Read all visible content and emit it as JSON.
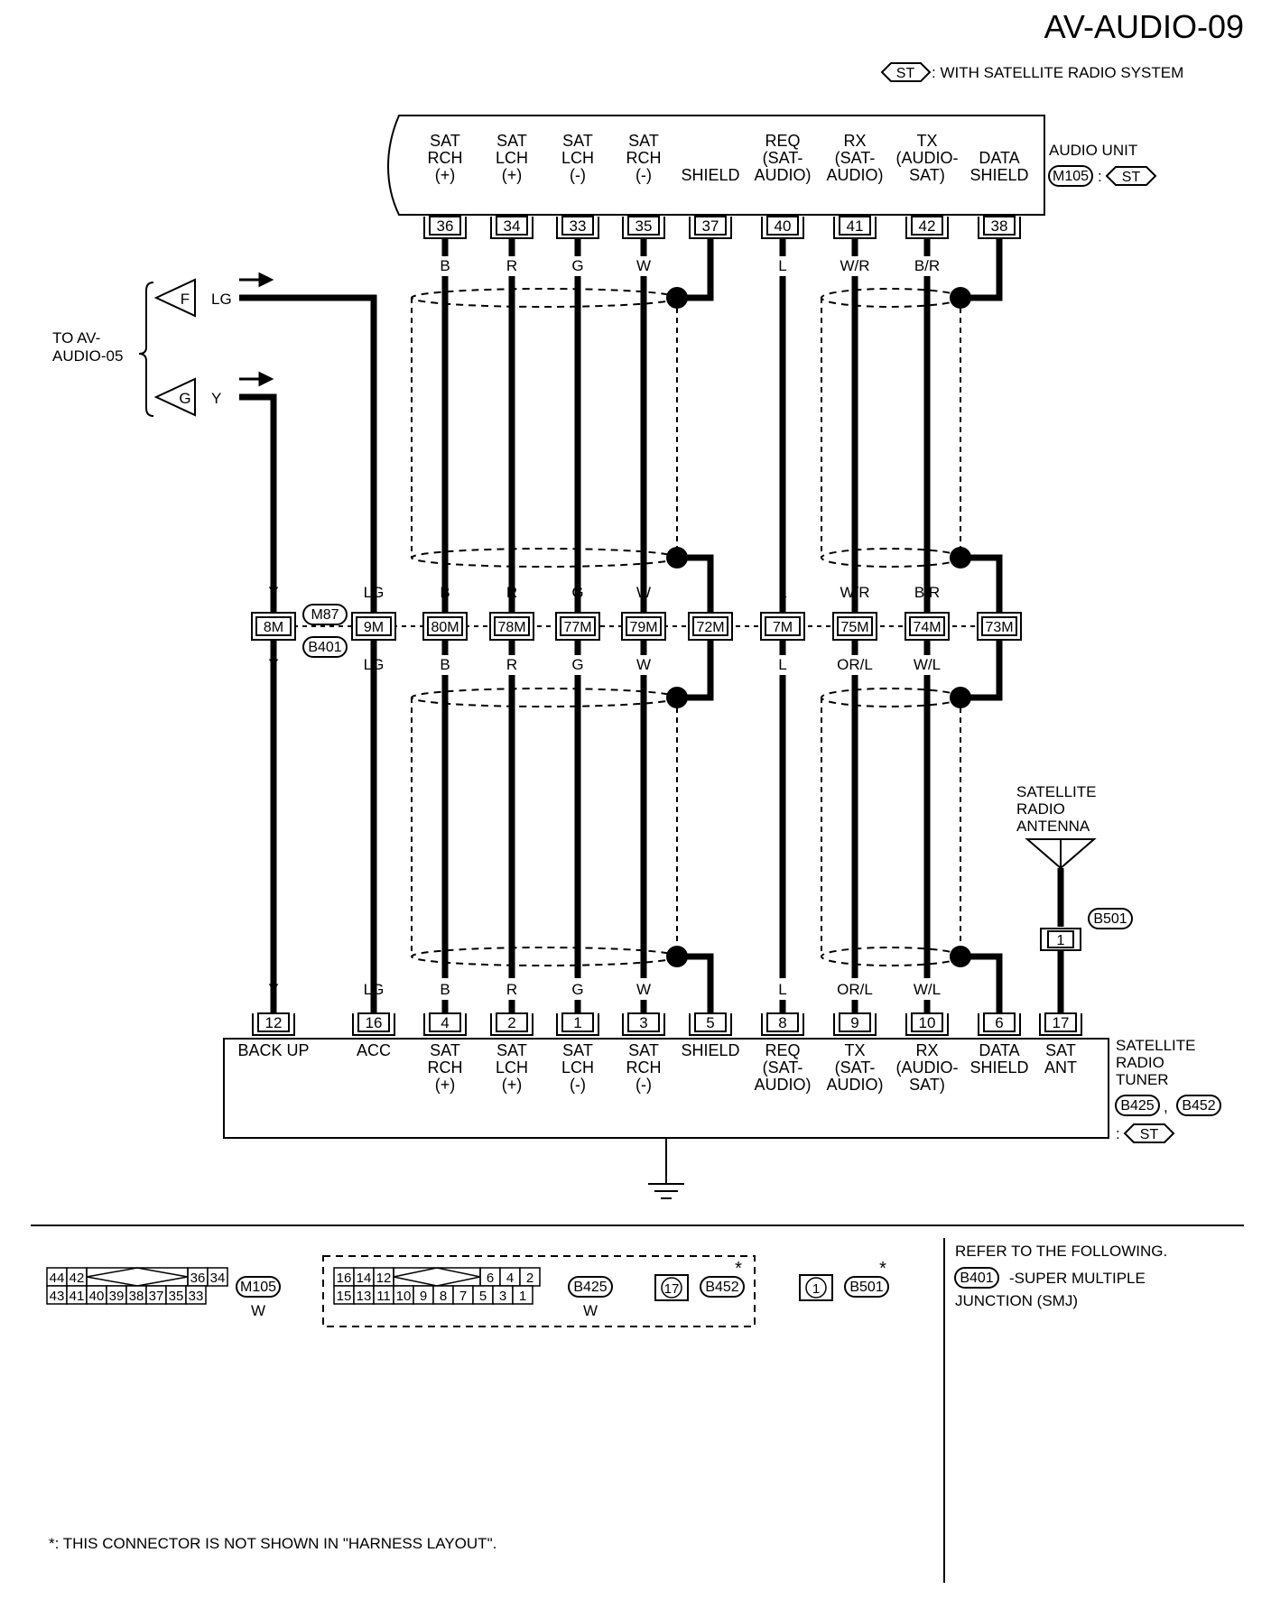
{
  "page_title": "AV-AUDIO-09",
  "legend": {
    "badge": "ST",
    "text": ": WITH SATELLITE RADIO SYSTEM"
  },
  "audio_unit": {
    "name": "AUDIO UNIT",
    "connector": "M105",
    "badge": "ST",
    "terminals": [
      {
        "lines": [
          "SAT",
          "RCH",
          "(+)"
        ],
        "pin": "36",
        "color": "B"
      },
      {
        "lines": [
          "SAT",
          "LCH",
          "(+)"
        ],
        "pin": "34",
        "color": "R"
      },
      {
        "lines": [
          "SAT",
          "LCH",
          "(-)"
        ],
        "pin": "33",
        "color": "G"
      },
      {
        "lines": [
          "SAT",
          "RCH",
          "(-)"
        ],
        "pin": "35",
        "color": "W"
      },
      {
        "lines": [
          "SHIELD"
        ],
        "pin": "37",
        "color": ""
      },
      {
        "lines": [
          "REQ",
          "(SAT-",
          "AUDIO)"
        ],
        "pin": "40",
        "color": "L"
      },
      {
        "lines": [
          "RX",
          "(SAT-",
          "AUDIO)"
        ],
        "pin": "41",
        "color": "W/R"
      },
      {
        "lines": [
          "TX",
          "(AUDIO-",
          "SAT)"
        ],
        "pin": "42",
        "color": "B/R"
      },
      {
        "lines": [
          "DATA",
          "SHIELD"
        ],
        "pin": "38",
        "color": ""
      }
    ]
  },
  "to_av_audio_05": {
    "label_lines": [
      "TO AV-",
      "AUDIO-05"
    ],
    "connectors": [
      {
        "letter": "F",
        "color": "LG"
      },
      {
        "letter": "G",
        "color": "Y"
      }
    ]
  },
  "smj": {
    "connector_top": "M87",
    "connector_bottom": "B401",
    "pins": [
      {
        "pin": "8M",
        "color_top": "Y",
        "color_bottom": "Y"
      },
      {
        "pin": "9M",
        "color_top": "LG",
        "color_bottom": "LG"
      },
      {
        "pin": "80M",
        "color_top": "B",
        "color_bottom": "B"
      },
      {
        "pin": "78M",
        "color_top": "R",
        "color_bottom": "R"
      },
      {
        "pin": "77M",
        "color_top": "G",
        "color_bottom": "G"
      },
      {
        "pin": "79M",
        "color_top": "W",
        "color_bottom": "W"
      },
      {
        "pin": "72M",
        "color_top": "",
        "color_bottom": ""
      },
      {
        "pin": "7M",
        "color_top": "L",
        "color_bottom": "L"
      },
      {
        "pin": "75M",
        "color_top": "W/R",
        "color_bottom": "OR/L"
      },
      {
        "pin": "74M",
        "color_top": "B/R",
        "color_bottom": "W/L"
      },
      {
        "pin": "73M",
        "color_top": "",
        "color_bottom": ""
      }
    ]
  },
  "antenna": {
    "label_lines": [
      "SATELLITE",
      "RADIO",
      "ANTENNA"
    ],
    "connector": "B501",
    "pin": "1"
  },
  "tuner": {
    "name_lines": [
      "SATELLITE",
      "RADIO",
      "TUNER"
    ],
    "connectors": [
      "B425",
      "B452"
    ],
    "badge": "ST",
    "terminals": [
      {
        "pin": "12",
        "color": "Y",
        "lines": [
          "BACK UP"
        ]
      },
      {
        "pin": "16",
        "color": "LG",
        "lines": [
          "ACC"
        ]
      },
      {
        "pin": "4",
        "color": "B",
        "lines": [
          "SAT",
          "RCH",
          "(+)"
        ]
      },
      {
        "pin": "2",
        "color": "R",
        "lines": [
          "SAT",
          "LCH",
          "(+)"
        ]
      },
      {
        "pin": "1",
        "color": "G",
        "lines": [
          "SAT",
          "LCH",
          "(-)"
        ]
      },
      {
        "pin": "3",
        "color": "W",
        "lines": [
          "SAT",
          "RCH",
          "(-)"
        ]
      },
      {
        "pin": "5",
        "color": "",
        "lines": [
          "SHIELD"
        ]
      },
      {
        "pin": "8",
        "color": "L",
        "lines": [
          "REQ",
          "(SAT-",
          "AUDIO)"
        ]
      },
      {
        "pin": "9",
        "color": "OR/L",
        "lines": [
          "TX",
          "(SAT-",
          "AUDIO)"
        ]
      },
      {
        "pin": "10",
        "color": "W/L",
        "lines": [
          "RX",
          "(AUDIO-",
          "SAT)"
        ]
      },
      {
        "pin": "6",
        "color": "",
        "lines": [
          "DATA",
          "SHIELD"
        ]
      },
      {
        "pin": "17",
        "color": "",
        "lines": [
          "SAT",
          "ANT"
        ]
      }
    ]
  },
  "connector_views": {
    "m105": {
      "connector": "M105",
      "color": "W",
      "top": [
        "44",
        "42",
        "36",
        "34"
      ],
      "bottom": [
        "43",
        "41",
        "40",
        "39",
        "38",
        "37",
        "35",
        "33"
      ]
    },
    "b425": {
      "connector": "B425",
      "color": "W",
      "top": [
        "16",
        "14",
        "12",
        "6",
        "4",
        "2"
      ],
      "bottom": [
        "15",
        "13",
        "11",
        "10",
        "9",
        "8",
        "7",
        "5",
        "3",
        "1"
      ]
    },
    "b452": {
      "connector": "B452",
      "pin": "17"
    },
    "b501": {
      "connector": "B501",
      "pin": "1"
    },
    "asterisk": "*"
  },
  "refer": {
    "title": "REFER TO THE FOLLOWING.",
    "connector": "B401",
    "text_lines": [
      "-SUPER MULTIPLE",
      "JUNCTION (SMJ)"
    ]
  },
  "footnote": "*: THIS CONNECTOR IS NOT SHOWN IN \"HARNESS LAYOUT\"."
}
